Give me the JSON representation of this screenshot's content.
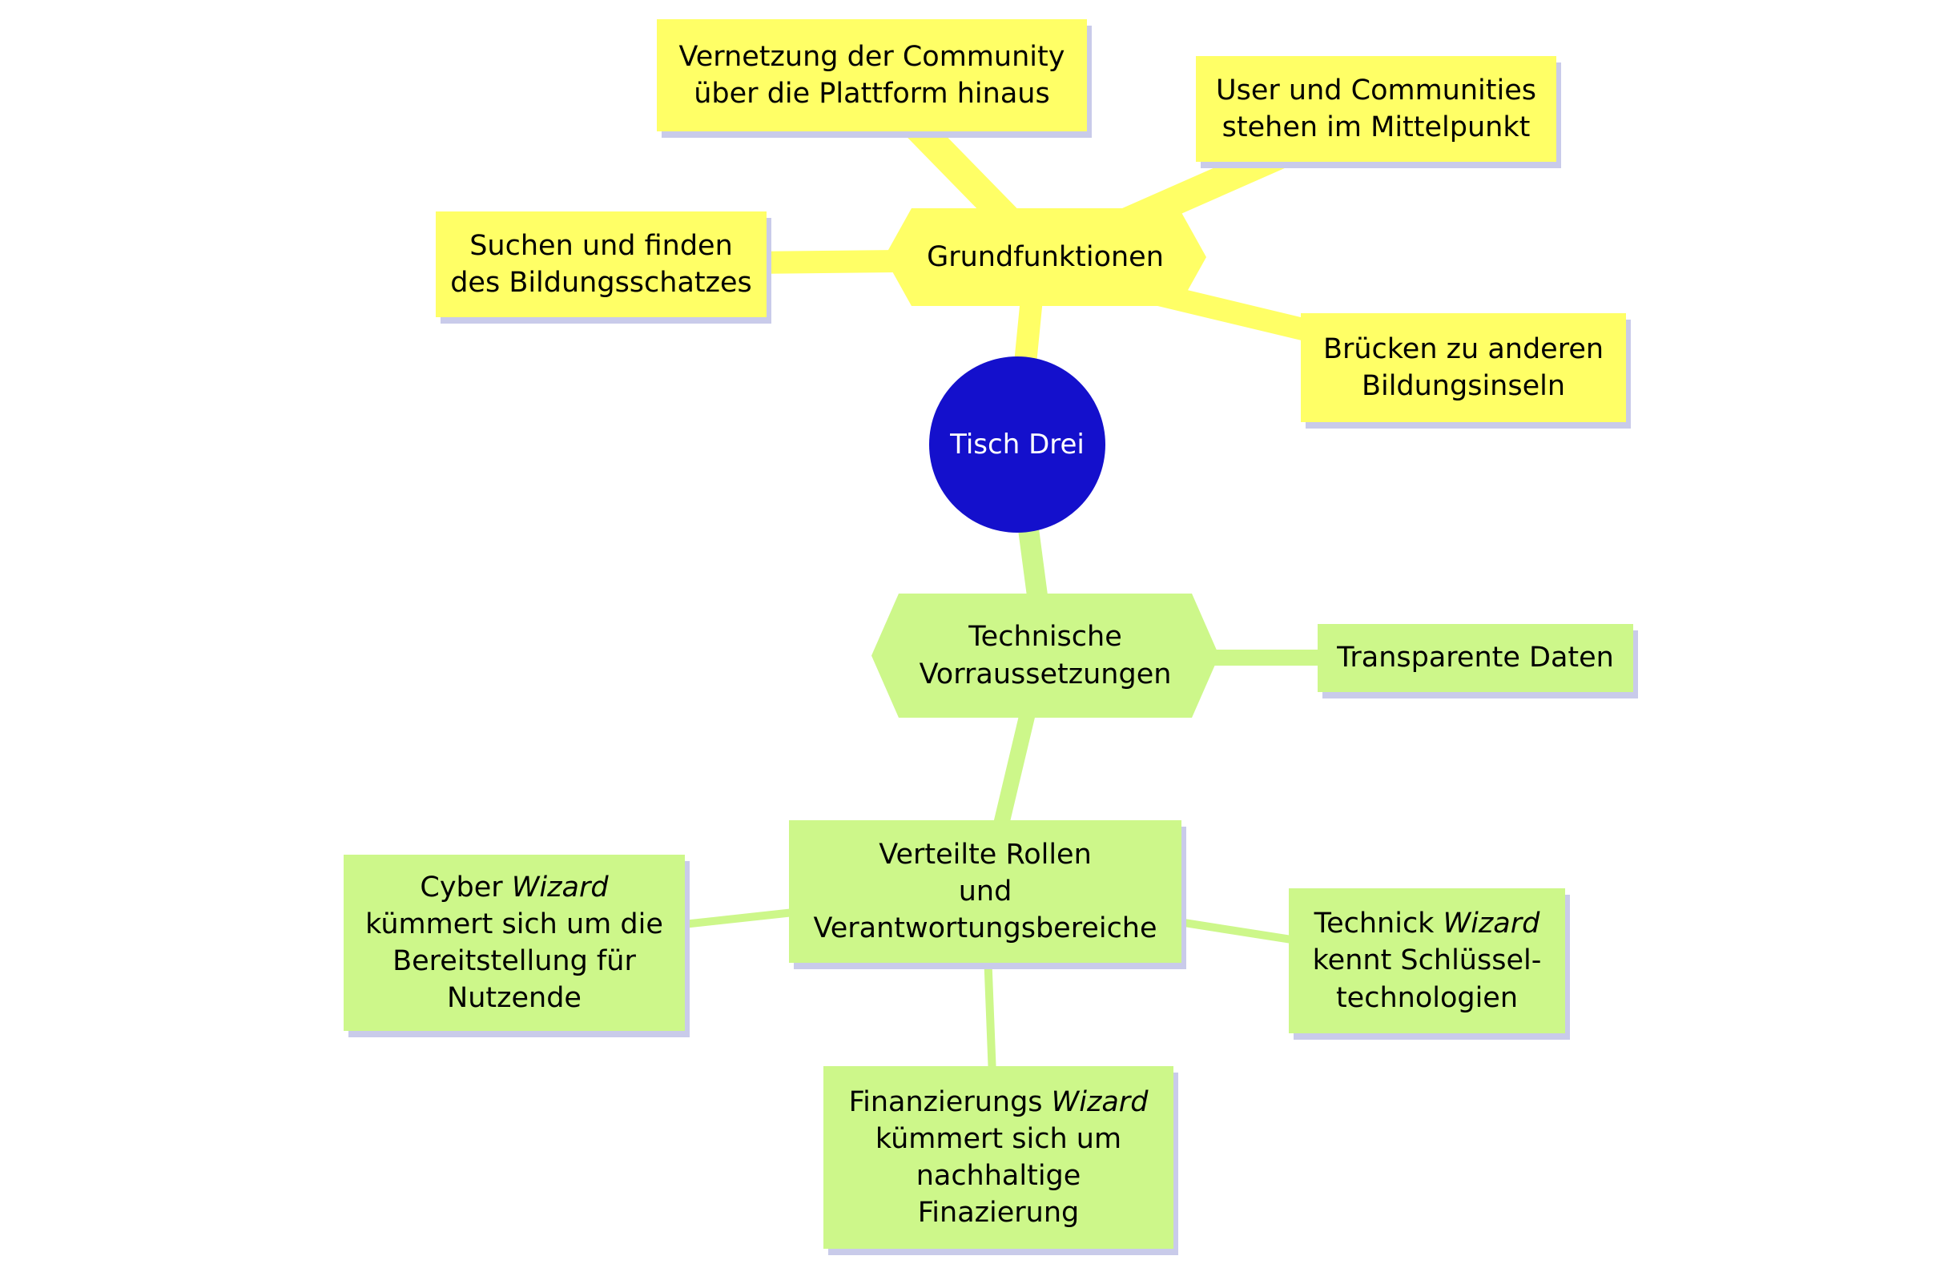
{
  "diagram": {
    "type": "mindmap",
    "title": "Tisch Drei Mindmap"
  },
  "colors": {
    "yellow": "#FFFF66",
    "green": "#CDF78A",
    "blue": "#1410CC",
    "shadow": "#C9CBEA"
  },
  "nodes": {
    "center": {
      "label": "Tisch Drei"
    },
    "grundfunktionen": {
      "label": "Grundfunktionen"
    },
    "vernetzung": {
      "label": "Vernetzung der Community\nüber die Plattform hinaus"
    },
    "user_communities": {
      "label": "User und Communities\nstehen im Mittelpunkt"
    },
    "suchen": {
      "label": "Suchen und finden\ndes Bildungsschatzes"
    },
    "bruecken": {
      "label": "Brücken zu anderen\nBildungsinseln"
    },
    "technische": {
      "label": "Technische\nVorraussetzungen"
    },
    "transparente": {
      "label": "Transparente Daten"
    },
    "verteilte": {
      "label": "Verteilte Rollen\nund\nVerantwortungsbereiche"
    },
    "cyber": {
      "segments": [
        {
          "t": "Cyber ",
          "i": false
        },
        {
          "t": "Wizard",
          "i": true
        },
        {
          "t": "\nkümmert sich um die\nBereitstellung für\nNutzende",
          "i": false
        }
      ]
    },
    "technick": {
      "segments": [
        {
          "t": "Technick ",
          "i": false
        },
        {
          "t": "Wizard",
          "i": true
        },
        {
          "t": "\nkennt Schlüssel-\ntechnologien",
          "i": false
        }
      ]
    },
    "finanzierung": {
      "segments": [
        {
          "t": "Finanzierungs ",
          "i": false
        },
        {
          "t": "Wizard",
          "i": true
        },
        {
          "t": "\nkümmert sich um\nnachhaltige\nFinazierung",
          "i": false
        }
      ]
    }
  }
}
